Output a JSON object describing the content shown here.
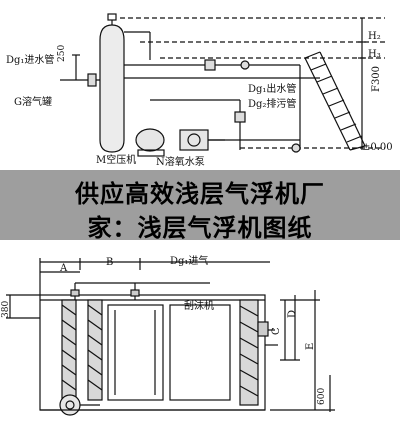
{
  "top_labels": {
    "inlet_pipe": "Dg₁进水管",
    "tank": "G溶气罐",
    "height_250": "250",
    "h2": "H₂",
    "h3": "H₃",
    "f300": "F300",
    "outlet": "Dg₁出水管",
    "drain": "Dg₂排污管",
    "zero": "±0.00",
    "compressor": "M空压机",
    "pump": "N溶氧水泵"
  },
  "caption": {
    "line1": "供应高效浅层气浮机厂",
    "line2": "家：浅层气浮机图纸"
  },
  "bottom_labels": {
    "a": "A",
    "b": "B",
    "air": "Dg₁进气",
    "scraper": "刮沫机",
    "h380": "380",
    "c": "C",
    "d": "D",
    "e": "E",
    "h600": "600"
  }
}
